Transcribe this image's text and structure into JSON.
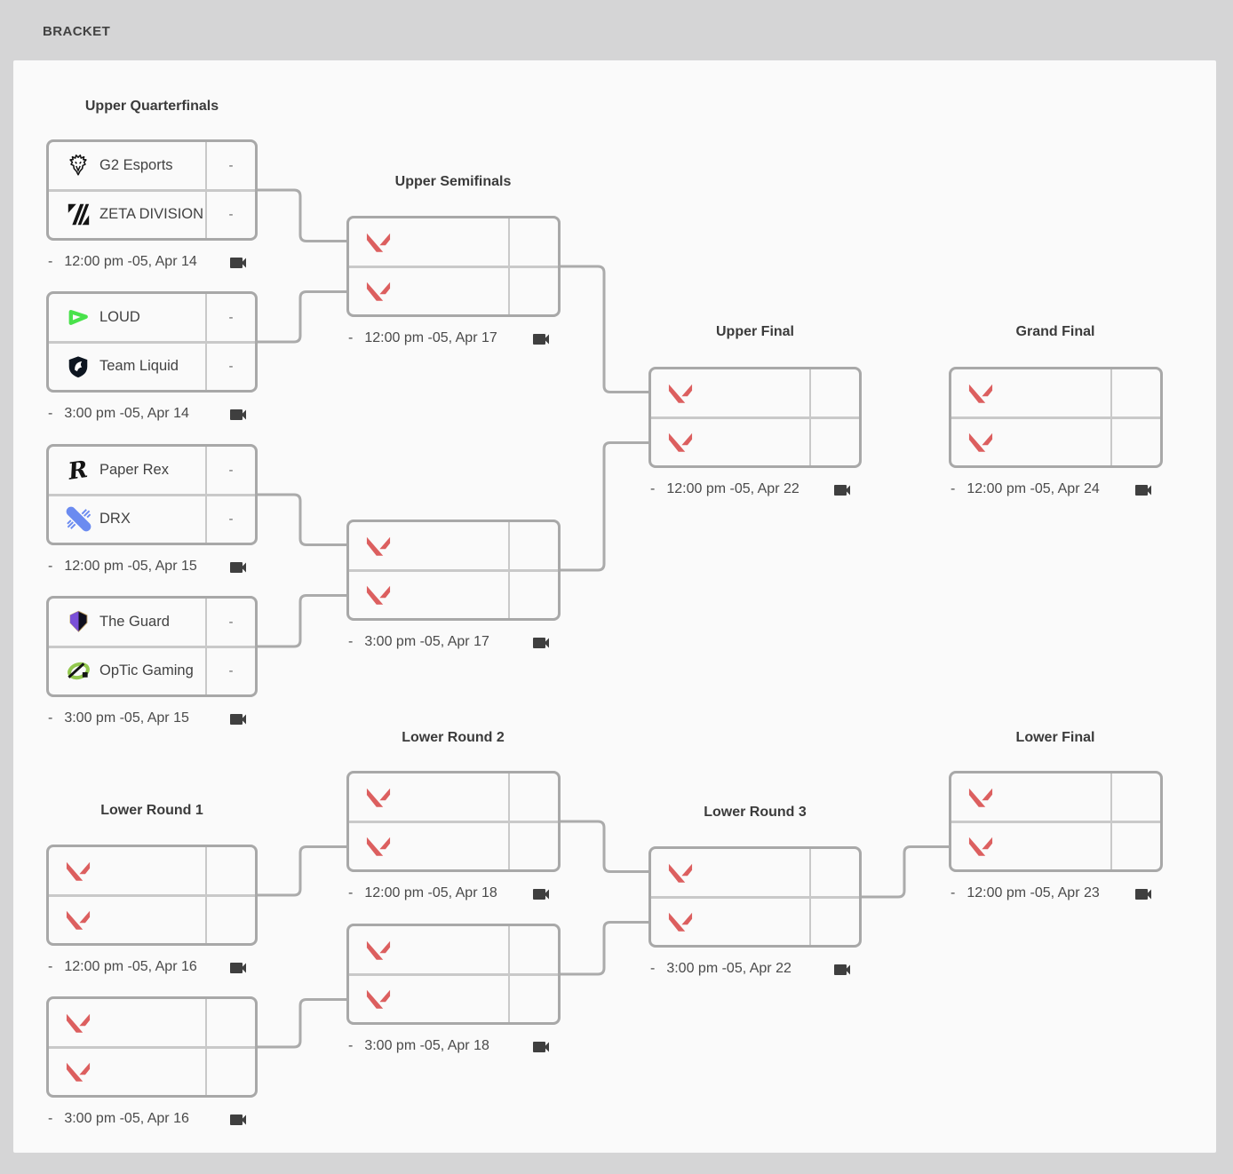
{
  "page": {
    "header": {
      "title": "BRACKET"
    }
  },
  "colors": {
    "valorant_red": "#dc5f5f",
    "loud_green": "#49e24b",
    "optic_green": "#93c84e",
    "drx_blue": "#6b8bf0",
    "guard_purple": "#7a4fd8",
    "liquid_navy": "#0d1520",
    "icon_black": "#141414",
    "camera_gray": "#3f3f3f"
  },
  "bracket": {
    "rounds": [
      {
        "id": "upper-quarterfinals",
        "title": "Upper Quarterfinals",
        "matches": [
          {
            "teams": [
              {
                "name": "G2 Esports",
                "icon": "g2-esports-logo",
                "score": "-"
              },
              {
                "name": "ZETA DIVISION",
                "icon": "zeta-division-logo",
                "score": "-"
              }
            ],
            "schedule_prefix": "-",
            "schedule": "12:00 pm -05, Apr 14",
            "stream_icon": "camera-icon"
          },
          {
            "teams": [
              {
                "name": "LOUD",
                "icon": "loud-logo",
                "score": "-"
              },
              {
                "name": "Team Liquid",
                "icon": "team-liquid-logo",
                "score": "-"
              }
            ],
            "schedule_prefix": "-",
            "schedule": "3:00 pm -05, Apr 14",
            "stream_icon": "camera-icon"
          },
          {
            "teams": [
              {
                "name": "Paper Rex",
                "icon": "paper-rex-logo",
                "score": "-"
              },
              {
                "name": "DRX",
                "icon": "drx-logo",
                "score": "-"
              }
            ],
            "schedule_prefix": "-",
            "schedule": "12:00 pm -05, Apr 15",
            "stream_icon": "camera-icon"
          },
          {
            "teams": [
              {
                "name": "The Guard",
                "icon": "the-guard-logo",
                "score": "-"
              },
              {
                "name": "OpTic Gaming",
                "icon": "optic-gaming-logo",
                "score": "-"
              }
            ],
            "schedule_prefix": "-",
            "schedule": "3:00 pm -05, Apr 15",
            "stream_icon": "camera-icon"
          }
        ]
      },
      {
        "id": "upper-semifinals",
        "title": "Upper Semifinals",
        "matches": [
          {
            "teams": [
              {
                "name": "",
                "icon": "valorant-placeholder",
                "score": ""
              },
              {
                "name": "",
                "icon": "valorant-placeholder",
                "score": ""
              }
            ],
            "schedule_prefix": "-",
            "schedule": "12:00 pm -05, Apr 17",
            "stream_icon": "camera-icon"
          },
          {
            "teams": [
              {
                "name": "",
                "icon": "valorant-placeholder",
                "score": ""
              },
              {
                "name": "",
                "icon": "valorant-placeholder",
                "score": ""
              }
            ],
            "schedule_prefix": "-",
            "schedule": "3:00 pm -05, Apr 17",
            "stream_icon": "camera-icon"
          }
        ]
      },
      {
        "id": "upper-final",
        "title": "Upper Final",
        "matches": [
          {
            "teams": [
              {
                "name": "",
                "icon": "valorant-placeholder",
                "score": ""
              },
              {
                "name": "",
                "icon": "valorant-placeholder",
                "score": ""
              }
            ],
            "schedule_prefix": "-",
            "schedule": "12:00 pm -05, Apr 22",
            "stream_icon": "camera-icon"
          }
        ]
      },
      {
        "id": "grand-final",
        "title": "Grand Final",
        "matches": [
          {
            "teams": [
              {
                "name": "",
                "icon": "valorant-placeholder",
                "score": ""
              },
              {
                "name": "",
                "icon": "valorant-placeholder",
                "score": ""
              }
            ],
            "schedule_prefix": "-",
            "schedule": "12:00 pm -05, Apr 24",
            "stream_icon": "camera-icon"
          }
        ]
      },
      {
        "id": "lower-round-1",
        "title": "Lower Round 1",
        "matches": [
          {
            "teams": [
              {
                "name": "",
                "icon": "valorant-placeholder",
                "score": ""
              },
              {
                "name": "",
                "icon": "valorant-placeholder",
                "score": ""
              }
            ],
            "schedule_prefix": "-",
            "schedule": "12:00 pm -05, Apr 16",
            "stream_icon": "camera-icon"
          },
          {
            "teams": [
              {
                "name": "",
                "icon": "valorant-placeholder",
                "score": ""
              },
              {
                "name": "",
                "icon": "valorant-placeholder",
                "score": ""
              }
            ],
            "schedule_prefix": "-",
            "schedule": "3:00 pm -05, Apr 16",
            "stream_icon": "camera-icon"
          }
        ]
      },
      {
        "id": "lower-round-2",
        "title": "Lower Round 2",
        "matches": [
          {
            "teams": [
              {
                "name": "",
                "icon": "valorant-placeholder",
                "score": ""
              },
              {
                "name": "",
                "icon": "valorant-placeholder",
                "score": ""
              }
            ],
            "schedule_prefix": "-",
            "schedule": "12:00 pm -05, Apr 18",
            "stream_icon": "camera-icon"
          },
          {
            "teams": [
              {
                "name": "",
                "icon": "valorant-placeholder",
                "score": ""
              },
              {
                "name": "",
                "icon": "valorant-placeholder",
                "score": ""
              }
            ],
            "schedule_prefix": "-",
            "schedule": "3:00 pm -05, Apr 18",
            "stream_icon": "camera-icon"
          }
        ]
      },
      {
        "id": "lower-round-3",
        "title": "Lower Round 3",
        "matches": [
          {
            "teams": [
              {
                "name": "",
                "icon": "valorant-placeholder",
                "score": ""
              },
              {
                "name": "",
                "icon": "valorant-placeholder",
                "score": ""
              }
            ],
            "schedule_prefix": "-",
            "schedule": "3:00 pm -05, Apr 22",
            "stream_icon": "camera-icon"
          }
        ]
      },
      {
        "id": "lower-final",
        "title": "Lower Final",
        "matches": [
          {
            "teams": [
              {
                "name": "",
                "icon": "valorant-placeholder",
                "score": ""
              },
              {
                "name": "",
                "icon": "valorant-placeholder",
                "score": ""
              }
            ],
            "schedule_prefix": "-",
            "schedule": "12:00 pm -05, Apr 23",
            "stream_icon": "camera-icon"
          }
        ]
      }
    ]
  }
}
